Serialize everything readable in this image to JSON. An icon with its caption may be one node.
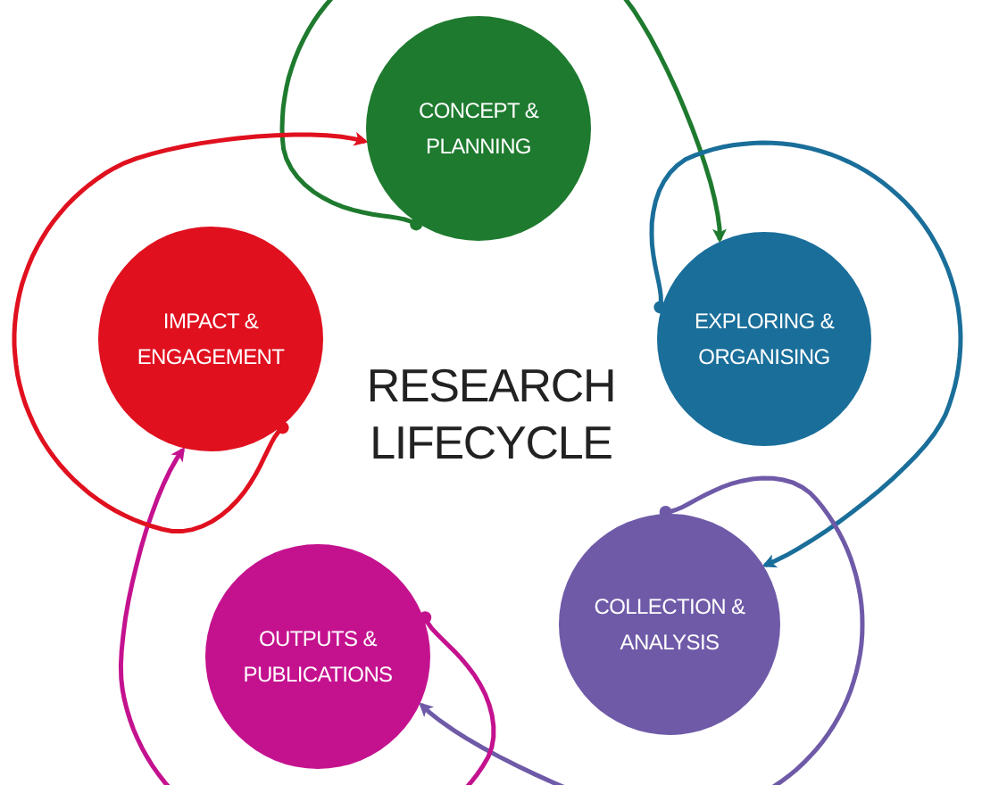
{
  "diagram": {
    "title": "RESEARCH LIFECYCLE",
    "nodes": [
      {
        "text": [
          "CONCEPT & PLANNING"
        ]
      },
      {
        "text": [
          "EXPLORING & ORGANISING"
        ]
      },
      {
        "text": [
          "COLLECTION & ANALYSIS"
        ]
      },
      {
        "text": [
          "OUTPUTS & PUBLICATIONS"
        ]
      },
      {
        "text": [
          "IMPACT & ENGAGEMENT"
        ]
      }
    ],
    "edges": [
      {
        "from": 0,
        "to": 1,
        "arrow": "to",
        "color": "#1e7a2e"
      },
      {
        "from": 1,
        "to": 2,
        "arrow": "to",
        "color": "#1a6e9a"
      },
      {
        "from": 2,
        "to": 3,
        "arrow": "to",
        "color": "#6f5aa8"
      },
      {
        "from": 3,
        "to": 4,
        "arrow": "to",
        "color": "#c4128f"
      },
      {
        "from": 4,
        "to": 0,
        "arrow": "to",
        "color": "#e0101f"
      }
    ]
  }
}
